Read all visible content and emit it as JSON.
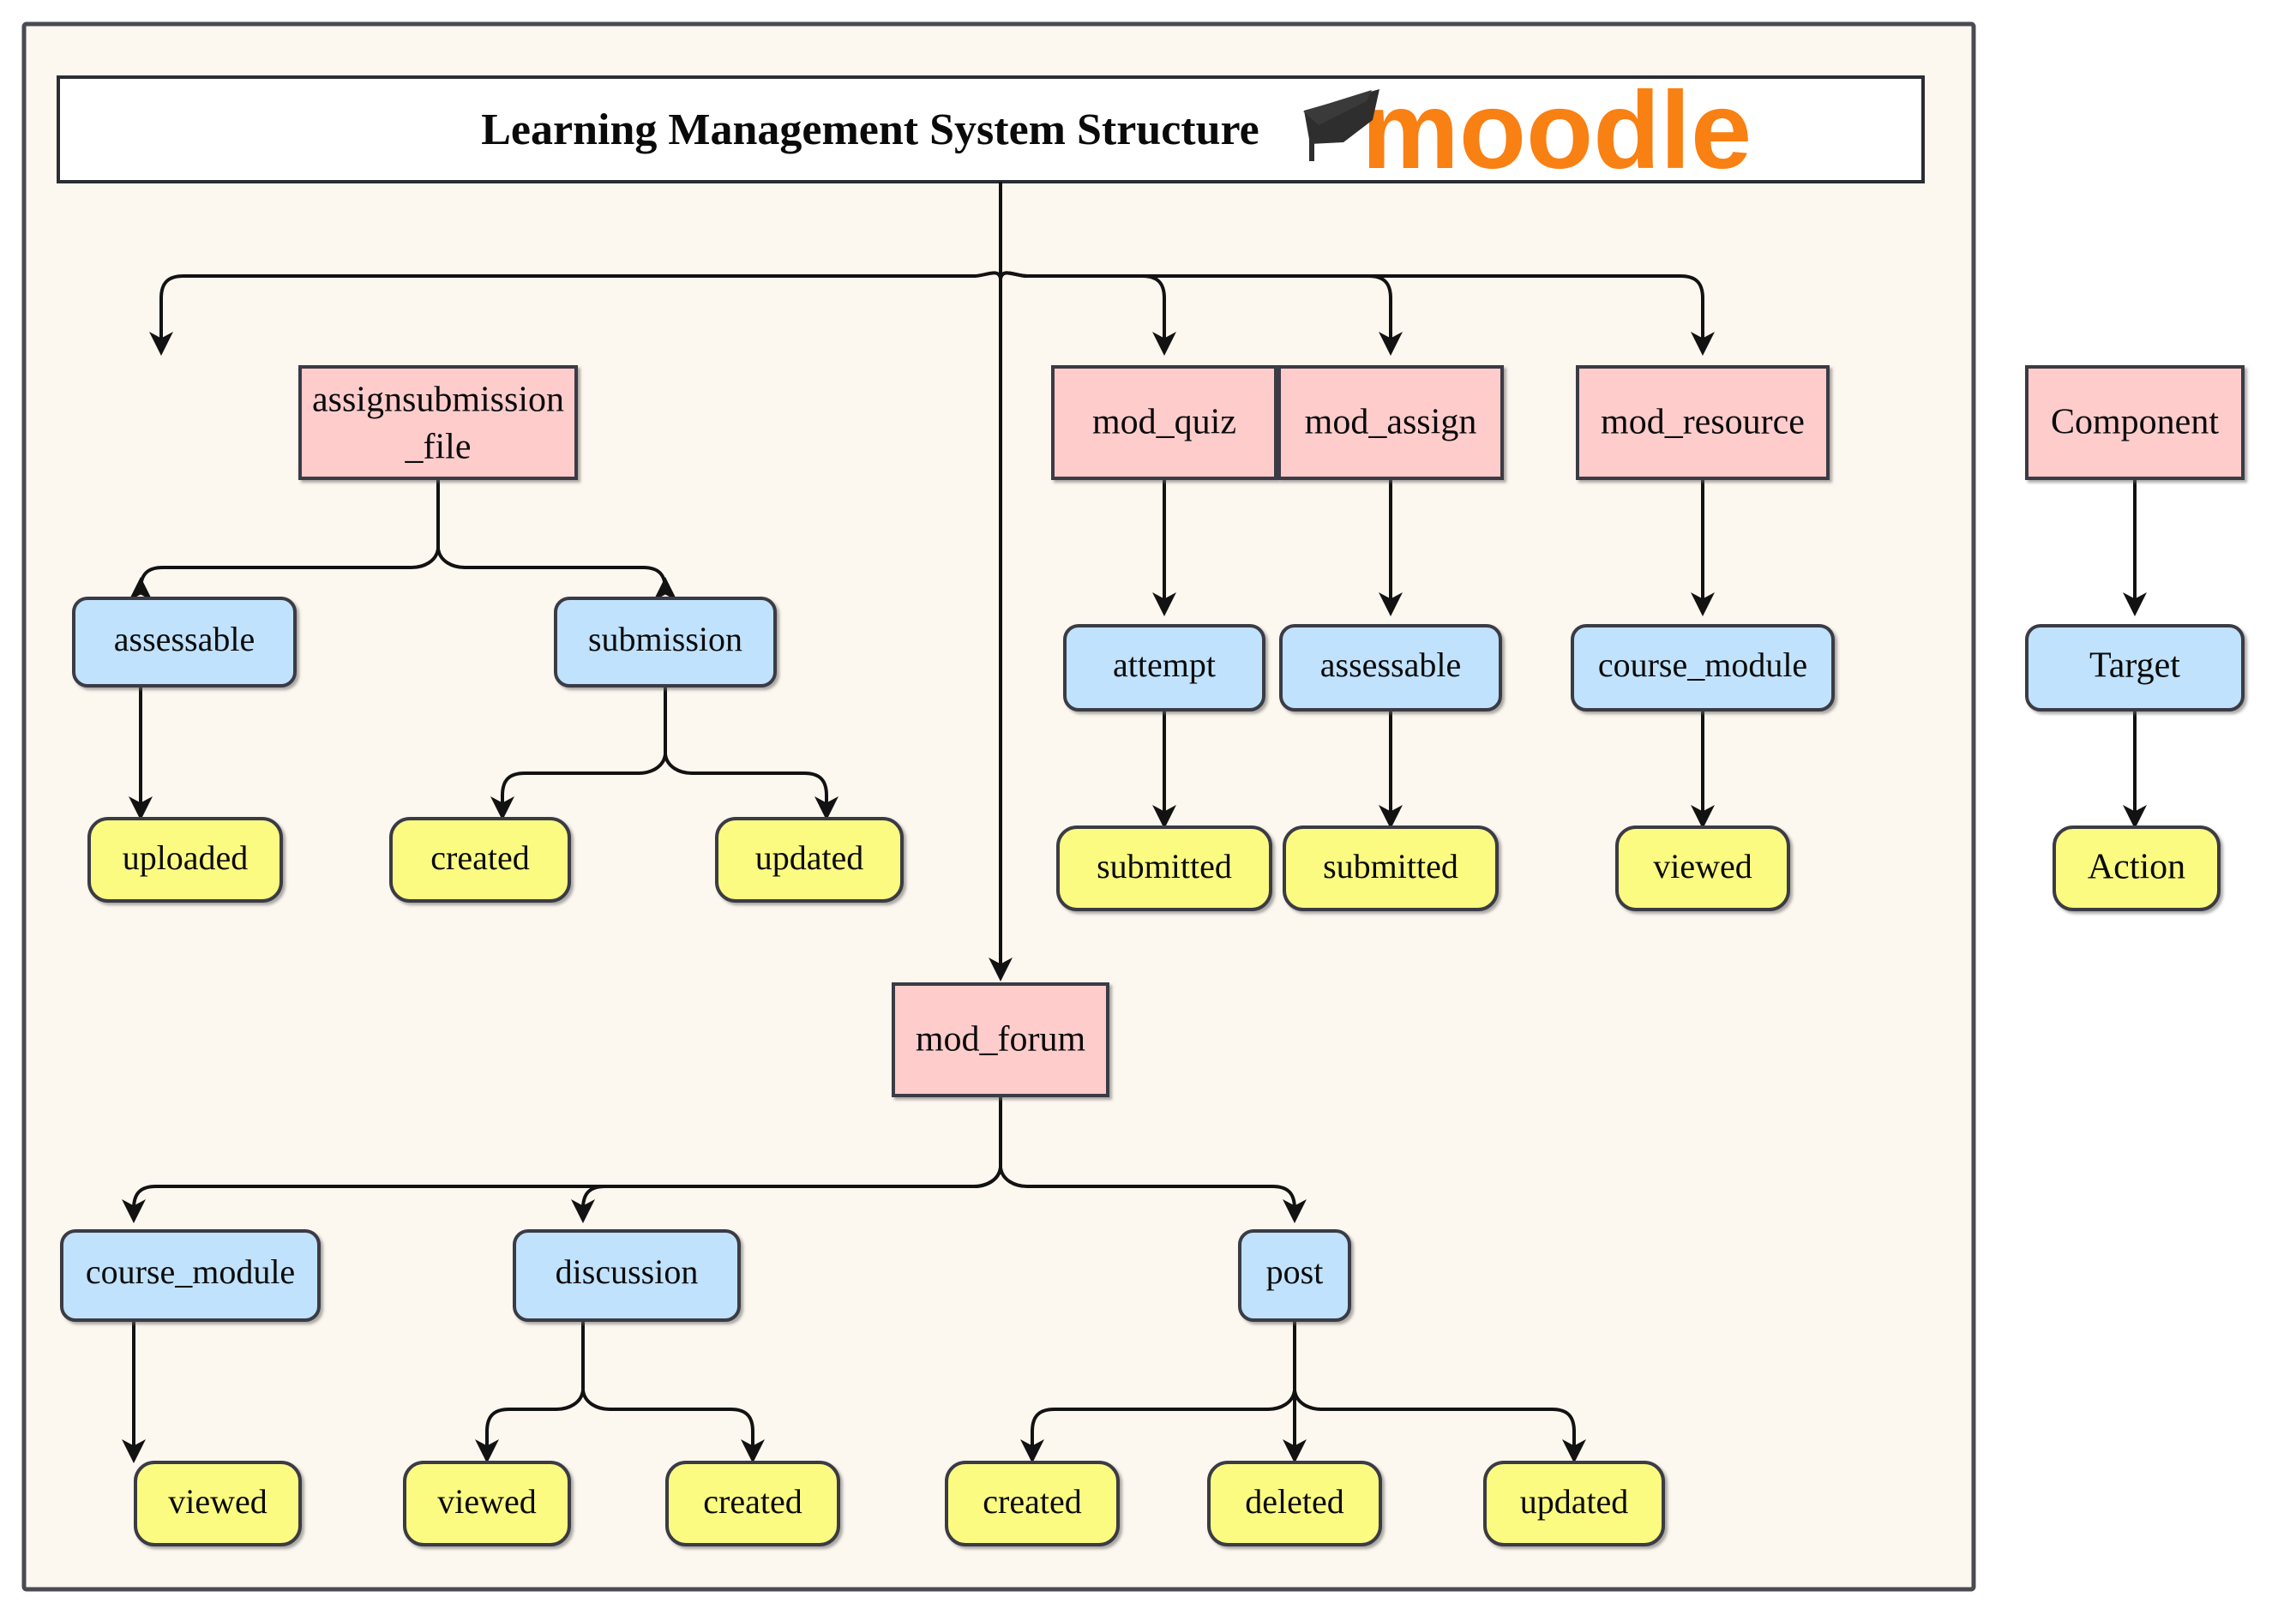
{
  "page": {
    "title": "Learning Management System Structure",
    "logo_text": "moodle",
    "logo_icon": "graduation-cap-icon"
  },
  "colors": {
    "panel_background": "#FCF7EF",
    "panel_border": "#4A4A52",
    "title_box_background": "#FFFFFF",
    "component_fill": "#FFCCCC",
    "target_fill": "#C0E2FC",
    "action_fill": "#FBFB82",
    "node_border": "#3B3B45",
    "edge": "#121212",
    "logo_orange": "#F98012",
    "logo_cap": "#2E2E2E",
    "page_background": "#FFFFFF"
  },
  "legend": {
    "name": "legend",
    "items": [
      {
        "label": "Component",
        "type": "component"
      },
      {
        "label": "Target",
        "type": "target"
      },
      {
        "label": "Action",
        "type": "action"
      }
    ]
  },
  "nodes": {
    "root": {
      "label": "Learning Management System Structure",
      "type": "title"
    },
    "assignsubmission_file": {
      "label": "assignsubmission_file",
      "line1": "assignsubmission",
      "line2": "_file",
      "type": "component"
    },
    "mod_quiz": {
      "label": "mod_quiz",
      "type": "component"
    },
    "mod_assign": {
      "label": "mod_assign",
      "type": "component"
    },
    "mod_resource": {
      "label": "mod_resource",
      "type": "component"
    },
    "mod_forum": {
      "label": "mod_forum",
      "type": "component"
    },
    "asf_assessable": {
      "label": "assessable",
      "type": "target"
    },
    "asf_submission": {
      "label": "submission",
      "type": "target"
    },
    "quiz_attempt": {
      "label": "attempt",
      "type": "target"
    },
    "assign_assessable": {
      "label": "assessable",
      "type": "target"
    },
    "resource_course_module": {
      "label": "course_module",
      "type": "target"
    },
    "forum_course_module": {
      "label": "course_module",
      "type": "target"
    },
    "forum_discussion": {
      "label": "discussion",
      "type": "target"
    },
    "forum_post": {
      "label": "post",
      "type": "target"
    },
    "asf_assessable_uploaded": {
      "label": "uploaded",
      "type": "action"
    },
    "asf_submission_created": {
      "label": "created",
      "type": "action"
    },
    "asf_submission_updated": {
      "label": "updated",
      "type": "action"
    },
    "quiz_attempt_submitted": {
      "label": "submitted",
      "type": "action"
    },
    "assign_assessable_submitted": {
      "label": "submitted",
      "type": "action"
    },
    "resource_cm_viewed": {
      "label": "viewed",
      "type": "action"
    },
    "forum_cm_viewed": {
      "label": "viewed",
      "type": "action"
    },
    "forum_discussion_viewed": {
      "label": "viewed",
      "type": "action"
    },
    "forum_discussion_created": {
      "label": "created",
      "type": "action"
    },
    "forum_post_created": {
      "label": "created",
      "type": "action"
    },
    "forum_post_deleted": {
      "label": "deleted",
      "type": "action"
    },
    "forum_post_updated": {
      "label": "updated",
      "type": "action"
    }
  },
  "tree": {
    "root_children": [
      "assignsubmission_file",
      "mod_quiz",
      "mod_assign",
      "mod_resource",
      "mod_forum"
    ],
    "edges": [
      [
        "root",
        "assignsubmission_file"
      ],
      [
        "root",
        "mod_quiz"
      ],
      [
        "root",
        "mod_assign"
      ],
      [
        "root",
        "mod_resource"
      ],
      [
        "root",
        "mod_forum"
      ],
      [
        "assignsubmission_file",
        "asf_assessable"
      ],
      [
        "assignsubmission_file",
        "asf_submission"
      ],
      [
        "asf_assessable",
        "asf_assessable_uploaded"
      ],
      [
        "asf_submission",
        "asf_submission_created"
      ],
      [
        "asf_submission",
        "asf_submission_updated"
      ],
      [
        "mod_quiz",
        "quiz_attempt"
      ],
      [
        "quiz_attempt",
        "quiz_attempt_submitted"
      ],
      [
        "mod_assign",
        "assign_assessable"
      ],
      [
        "assign_assessable",
        "assign_assessable_submitted"
      ],
      [
        "mod_resource",
        "resource_course_module"
      ],
      [
        "resource_course_module",
        "resource_cm_viewed"
      ],
      [
        "mod_forum",
        "forum_course_module"
      ],
      [
        "mod_forum",
        "forum_discussion"
      ],
      [
        "mod_forum",
        "forum_post"
      ],
      [
        "forum_course_module",
        "forum_cm_viewed"
      ],
      [
        "forum_discussion",
        "forum_discussion_viewed"
      ],
      [
        "forum_discussion",
        "forum_discussion_created"
      ],
      [
        "forum_post",
        "forum_post_created"
      ],
      [
        "forum_post",
        "forum_post_deleted"
      ],
      [
        "forum_post",
        "forum_post_updated"
      ]
    ]
  }
}
